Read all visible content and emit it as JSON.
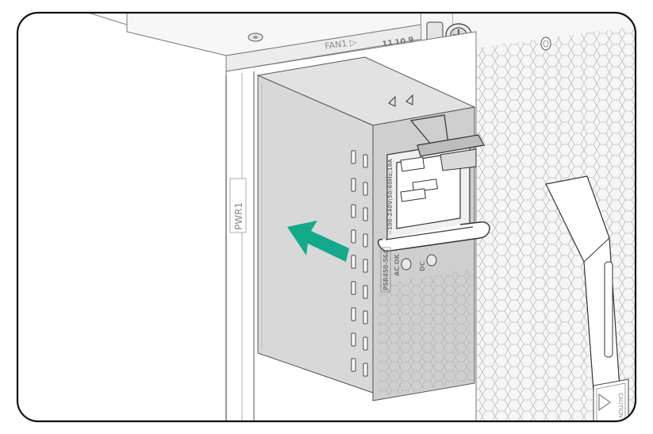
{
  "labels": {
    "fan": "FAN1 ▷",
    "slot_11": "11",
    "slot_10": "10",
    "slot_9": "9",
    "pwr": "PWR1",
    "rating": "~100-240V;50/60Hz;10A",
    "model": "PSR450-56A",
    "ac_ok": "AC OK",
    "dc_ok": "DC",
    "caution": "CAUTION"
  },
  "colors": {
    "arrow": "#14a98a",
    "frame": "#111111",
    "psu_front": "#cfcfcf",
    "psu_side": "#d6d6d6",
    "chassis": "#f4f4f4",
    "stroke": "#5a5a5a"
  },
  "icons": [
    "direction-arrow-icon",
    "thumb-screw-icon",
    "caution-triangle-icon"
  ]
}
